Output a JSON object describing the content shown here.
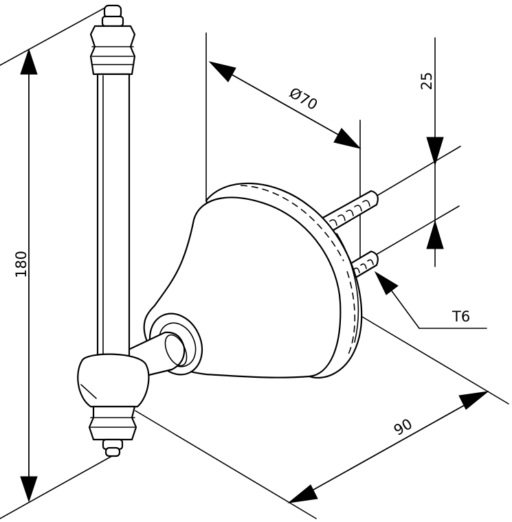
{
  "dimensions": {
    "height": "180",
    "diameter": "Ø70",
    "offset": "25",
    "screw": "T6",
    "depth": "90"
  }
}
